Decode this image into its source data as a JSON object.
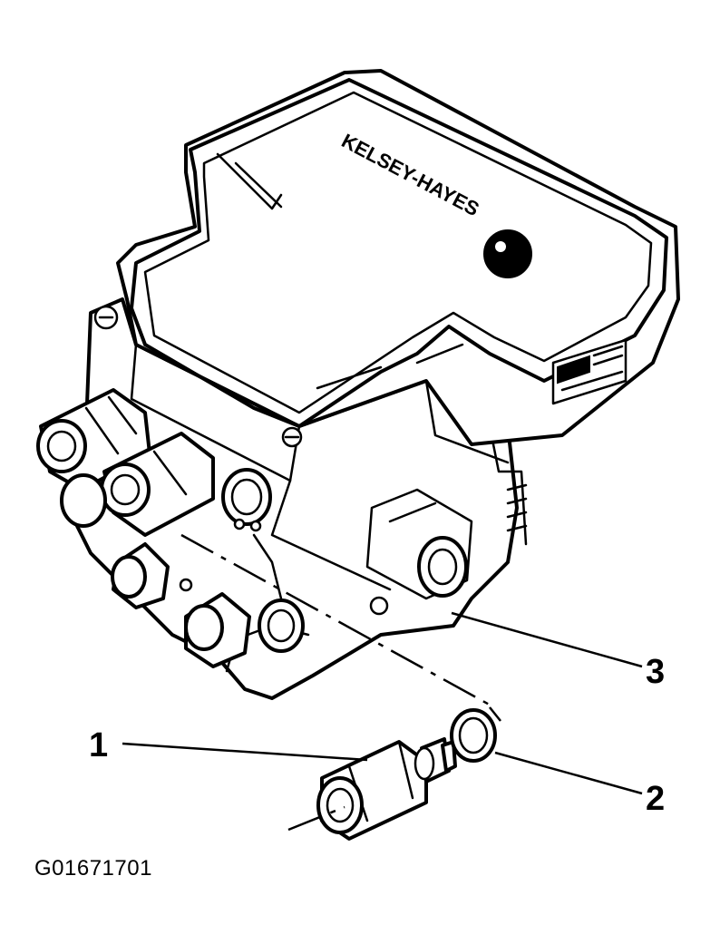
{
  "figure_id": "G01671701",
  "brand_text": "KELSEY-HAYES",
  "callouts": {
    "one": "1",
    "two": "2",
    "three": "3"
  },
  "colors": {
    "line": "#000000",
    "background": "#ffffff"
  }
}
